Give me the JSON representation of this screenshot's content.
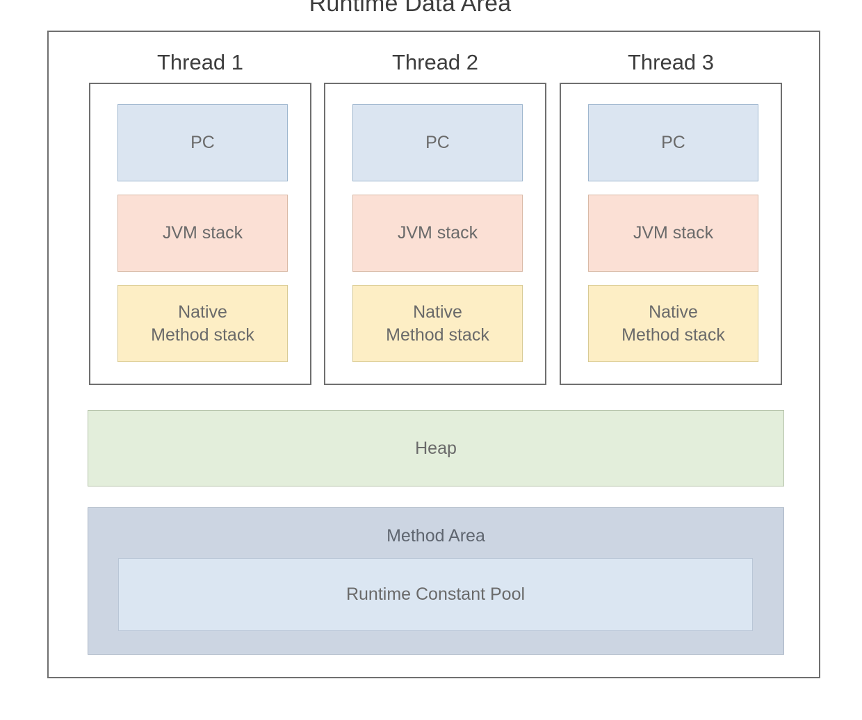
{
  "diagram": {
    "title": "Runtime Data Area",
    "threads": [
      {
        "label": "Thread 1",
        "regions": {
          "pc": "PC",
          "jvm_stack": "JVM stack",
          "native_stack_line1": "Native",
          "native_stack_line2": "Method stack"
        }
      },
      {
        "label": "Thread 2",
        "regions": {
          "pc": "PC",
          "jvm_stack": "JVM stack",
          "native_stack_line1": "Native",
          "native_stack_line2": "Method stack"
        }
      },
      {
        "label": "Thread 3",
        "regions": {
          "pc": "PC",
          "jvm_stack": "JVM stack",
          "native_stack_line1": "Native",
          "native_stack_line2": "Method stack"
        }
      }
    ],
    "shared": {
      "heap": "Heap",
      "method_area": "Method Area",
      "runtime_constant_pool": "Runtime Constant Pool"
    },
    "colors": {
      "pc_fill": "#dbe5f1",
      "pc_border": "#9eb6ce",
      "jvm_stack_fill": "#fbe0d5",
      "jvm_stack_border": "#d9b9a6",
      "native_stack_fill": "#fdeec5",
      "native_stack_border": "#d8ca94",
      "heap_fill": "#e3eedb",
      "heap_border": "#b6c3ab",
      "method_area_fill": "#ccd5e2",
      "method_area_border": "#aab6c6",
      "constant_pool_fill": "#dbe6f2",
      "constant_pool_border": "#b9c6d6",
      "frame_border": "#6f6f6f",
      "label_text": "#3d3d3d",
      "box_text": "#6a6a6a"
    }
  }
}
